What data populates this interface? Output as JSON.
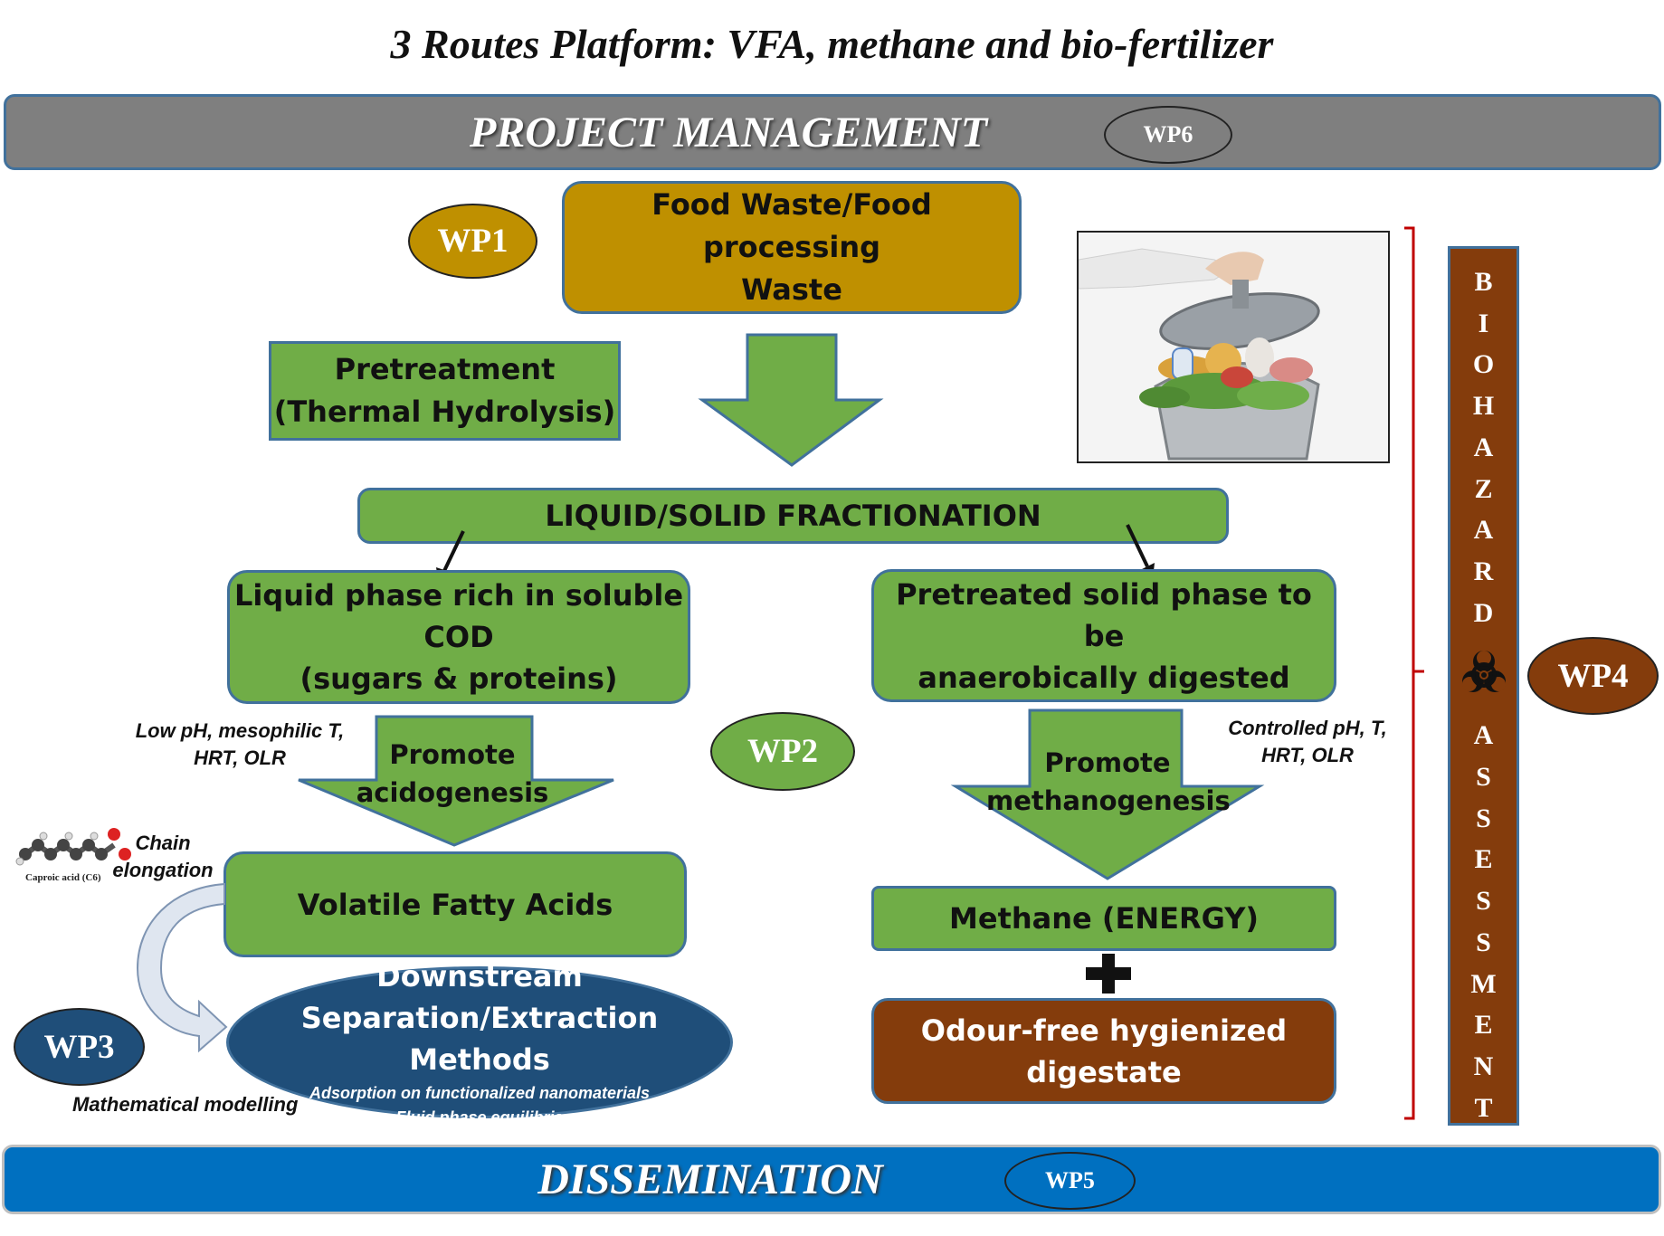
{
  "title": "3 Routes Platform: VFA, methane and bio-fertilizer",
  "top_bar": {
    "label": "PROJECT MANAGEMENT",
    "wp": "WP6"
  },
  "bottom_bar": {
    "label": "DISSEMINATION",
    "wp": "WP5"
  },
  "wp_labels": {
    "wp1": "WP1",
    "wp2": "WP2",
    "wp3": "WP3",
    "wp4": "WP4"
  },
  "boxes": {
    "food_waste": [
      "Food Waste/Food processing",
      "Waste"
    ],
    "pretreatment": [
      "Pretreatment",
      "(Thermal Hydrolysis)"
    ],
    "fractionation": "LIQUID/SOLID FRACTIONATION",
    "liquid_phase": [
      "Liquid phase rich in soluble COD",
      "(sugars & proteins)"
    ],
    "solid_phase": [
      "Pretreated solid phase to be",
      "anaerobically digested"
    ],
    "vfa": "Volatile Fatty Acids",
    "methane": "Methane (ENERGY)",
    "digestate": [
      "Odour-free hygienized",
      "digestate"
    ],
    "downstream": {
      "lines": [
        "Downstream",
        "Separation/Extraction Methods"
      ],
      "sub": [
        "Adsorption on functionalized nanomaterials",
        "Fluid phase equilibria"
      ]
    }
  },
  "arrows": {
    "acidogenesis": [
      "Promote",
      "acidogenesis"
    ],
    "methanogenesis": [
      "Promote",
      "methanogenesis"
    ]
  },
  "notes": {
    "left_conditions": [
      "Low pH, mesophilic T,",
      "HRT, OLR"
    ],
    "right_conditions": [
      "Controlled pH, T,",
      "HRT, OLR"
    ],
    "chain_elongation": [
      "Chain",
      "elongation"
    ],
    "caproic": "Caproic acid (C6)",
    "modelling": "Mathematical modelling",
    "plus": "+"
  },
  "biohazard": {
    "top": [
      "B",
      "I",
      "O",
      "H",
      "A",
      "Z",
      "A",
      "R",
      "D"
    ],
    "bottom": [
      "A",
      "S",
      "S",
      "E",
      "S",
      "S",
      "M",
      "E",
      "N",
      "T"
    ]
  },
  "colors": {
    "green": "#70ad47",
    "gold": "#bf9000",
    "brown": "#843c0c",
    "navy": "#1f4e79",
    "blue": "#0070c0",
    "gray": "#7f7f7f",
    "bracket": "#c00000"
  },
  "icons": [
    "food-waste-bin-photo",
    "caproic-acid-molecule-icon",
    "biohazard-icon",
    "curved-arrow-icon",
    "plus-icon"
  ]
}
